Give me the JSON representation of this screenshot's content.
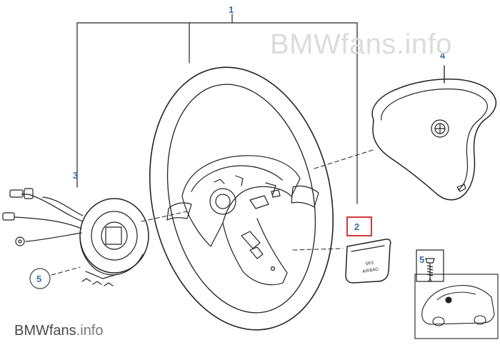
{
  "watermark": {
    "large": "BMWfans.info",
    "small_brand": "BMWfans",
    "small_suffix": ".info"
  },
  "callouts": {
    "c1": "1",
    "c2": "2",
    "c3": "3",
    "c4": "4",
    "c5_left": "5",
    "c5_right": "5"
  },
  "cover_text": {
    "line1": "SRS",
    "line2": "AIRBAG"
  },
  "colors": {
    "callout": "#3a6ea8",
    "highlight_box": "#d0393b",
    "line": "#222222"
  }
}
